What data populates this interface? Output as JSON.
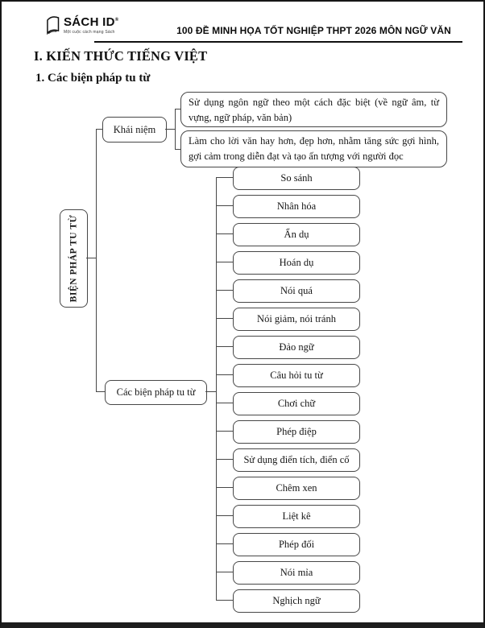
{
  "header": {
    "logo": {
      "text": "SÁCH ID",
      "mark": "®",
      "tagline": "Một cuộc cách mạng Sách"
    },
    "title": "100 ĐỀ MINH HỌA TỐT NGHIỆP THPT 2026 MÔN NGỮ VĂN"
  },
  "headings": {
    "section": "I. KIẾN THỨC TIẾNG VIỆT",
    "subsection": "1. Các biện pháp tu từ"
  },
  "diagram": {
    "root_label": "BIỆN PHÁP TU TỪ",
    "concept": {
      "label": "Khái niệm",
      "definitions": [
        "Sử dụng ngôn ngữ theo một cách đặc biệt (về ngữ âm, từ vựng, ngữ pháp, văn bản)",
        "Làm cho lời văn hay hơn, đẹp hơn, nhằm tăng sức gợi hình, gợi cảm trong diễn đạt và tạo ấn tượng với người đọc"
      ]
    },
    "devices": {
      "label": "Các biện pháp tu từ",
      "items": [
        "So sánh",
        "Nhân hóa",
        "Ẩn dụ",
        "Hoán dụ",
        "Nói quá",
        "Nói giảm, nói tránh",
        "Đảo ngữ",
        "Câu hỏi tu từ",
        "Chơi chữ",
        "Phép điệp",
        "Sử dụng điển tích, điển cố",
        "Chêm xen",
        "Liệt kê",
        "Phép đối",
        "Nói mỉa",
        "Nghịch ngữ"
      ]
    }
  },
  "colors": {
    "ink": "#111111",
    "box_border": "#474747",
    "page_background": "#ffffff"
  }
}
